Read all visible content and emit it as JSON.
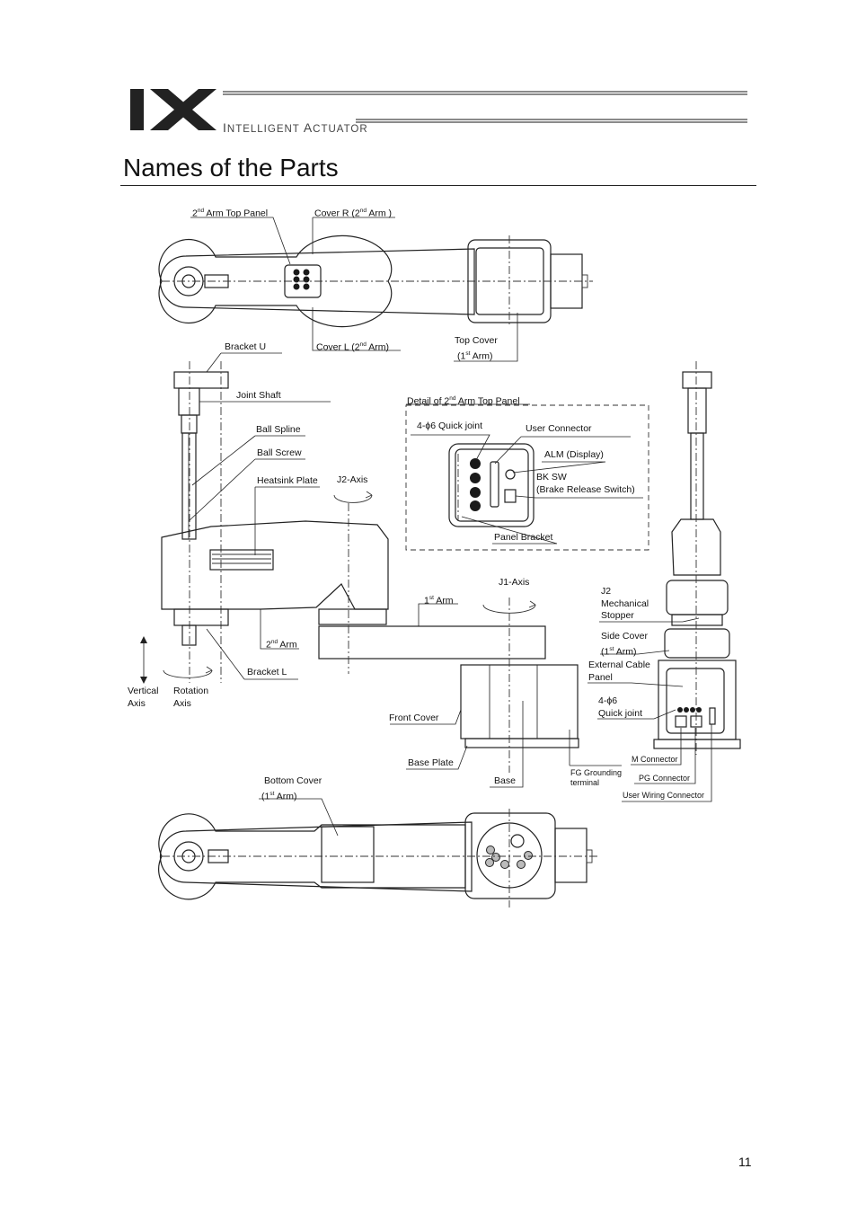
{
  "header": {
    "logo_letters": "IX",
    "logo_subtitle_cap1": "I",
    "logo_subtitle_rest1": "NTELLIGENT ",
    "logo_subtitle_cap2": "A",
    "logo_subtitle_rest2": "CTUATOR"
  },
  "page_title": "Names of the Parts",
  "page_number": "11",
  "labels": {
    "arm2_top_panel": {
      "pre": "2",
      "sup": "nd",
      "post": " Arm Top Panel"
    },
    "cover_r": {
      "pre": "Cover R (2",
      "sup": "nd",
      "post": " Arm )"
    },
    "bracket_u": "Bracket U",
    "cover_l": {
      "pre": "Cover L (2",
      "sup": "nd",
      "post": " Arm)"
    },
    "top_cover_l1": "Top Cover",
    "top_cover_l2": {
      "pre": "(1",
      "sup": "st",
      "post": " Arm)"
    },
    "joint_shaft": "Joint Shaft",
    "detail_title": {
      "pre": "Detail of 2",
      "sup": "nd",
      "post": " Arm Top Panel"
    },
    "quick_joint_4": "4-ϕ6 Quick joint",
    "user_connector": "User Connector",
    "ball_spline": "Ball Spline",
    "ball_screw": "Ball Screw",
    "alm_display": "ALM (Display)",
    "heatsink_plate": "Heatsink Plate",
    "j2_axis": "J2-Axis",
    "bk_sw_l1": "BK SW",
    "bk_sw_l2": "(Brake Release Switch)",
    "panel_bracket": "Panel Bracket",
    "j1_axis": "J1-Axis",
    "arm1": {
      "pre": "1",
      "sup": "st",
      "post": " Arm"
    },
    "j2_stopper_l1": "J2",
    "j2_stopper_l2": "Mechanical",
    "j2_stopper_l3": "Stopper",
    "arm2": {
      "pre": "2",
      "sup": "nd",
      "post": " Arm"
    },
    "side_cover_l1": "Side Cover",
    "side_cover_l2": {
      "pre": "(1",
      "sup": "st",
      "post": " Arm)"
    },
    "ext_cable_l1": "External Cable",
    "ext_cable_l2": "Panel",
    "bracket_l": "Bracket L",
    "vertical_axis_l1": "Vertical",
    "vertical_axis_l2": "Axis",
    "rotation_axis_l1": "Rotation",
    "rotation_axis_l2": "Axis",
    "quick_joint_side_l1": "4-ϕ6",
    "quick_joint_side_l2": "Quick joint",
    "front_cover": "Front Cover",
    "m_connector": "M Connector",
    "base_plate": "Base Plate",
    "fg_l1": "FG Grounding",
    "fg_l2": "terminal",
    "pg_connector": "PG Connector",
    "bottom_cover_l1": "Bottom Cover",
    "bottom_cover_l2": {
      "pre": "(1",
      "sup": "st",
      "post": " Arm)"
    },
    "base": "Base",
    "user_wiring_connector": "User Wiring Connector"
  }
}
